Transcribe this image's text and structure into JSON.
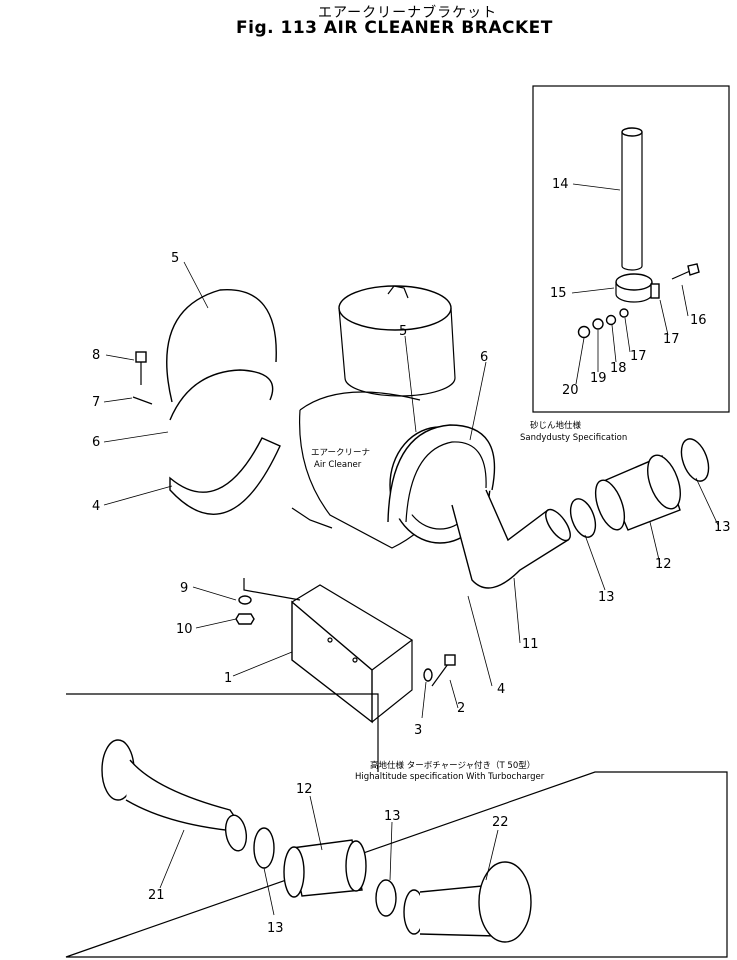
{
  "title": {
    "japanese": "エアークリーナブラケット",
    "english": "Fig. 113 AIR CLEANER BRACKET"
  },
  "labels": {
    "air_cleaner_jp": "エアークリーナ",
    "air_cleaner_en": "Air Cleaner",
    "sandy_jp": "砂じん地仕様",
    "sandy_en": "Sandydusty Specification",
    "highalt_jp": "高地仕様 ターボチャージャ付き（T 50型）",
    "highalt_en": "Highaltitude specification With Turbocharger"
  },
  "callouts": [
    {
      "id": "c1",
      "text": "1"
    },
    {
      "id": "c2",
      "text": "2"
    },
    {
      "id": "c3",
      "text": "3"
    },
    {
      "id": "c4a",
      "text": "4"
    },
    {
      "id": "c4b",
      "text": "4"
    },
    {
      "id": "c5a",
      "text": "5"
    },
    {
      "id": "c5b",
      "text": "5"
    },
    {
      "id": "c6a",
      "text": "6"
    },
    {
      "id": "c6b",
      "text": "6"
    },
    {
      "id": "c7",
      "text": "7"
    },
    {
      "id": "c8",
      "text": "8"
    },
    {
      "id": "c9",
      "text": "9"
    },
    {
      "id": "c10",
      "text": "10"
    },
    {
      "id": "c11",
      "text": "11"
    },
    {
      "id": "c12a",
      "text": "12"
    },
    {
      "id": "c12b",
      "text": "12"
    },
    {
      "id": "c13a",
      "text": "13"
    },
    {
      "id": "c13b",
      "text": "13"
    },
    {
      "id": "c13c",
      "text": "13"
    },
    {
      "id": "c13d",
      "text": "13"
    },
    {
      "id": "c14",
      "text": "14"
    },
    {
      "id": "c15",
      "text": "15"
    },
    {
      "id": "c16",
      "text": "16"
    },
    {
      "id": "c17a",
      "text": "17"
    },
    {
      "id": "c17b",
      "text": "17"
    },
    {
      "id": "c18",
      "text": "18"
    },
    {
      "id": "c19",
      "text": "19"
    },
    {
      "id": "c20",
      "text": "20"
    },
    {
      "id": "c21",
      "text": "21"
    },
    {
      "id": "c22",
      "text": "22"
    }
  ]
}
